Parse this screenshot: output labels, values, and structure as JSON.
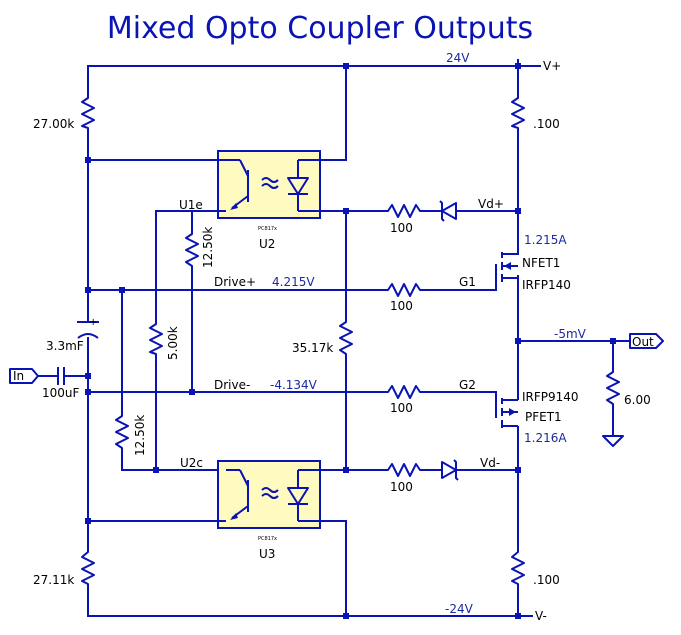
{
  "title": "Mixed Opto Coupler Outputs",
  "rails": {
    "pos_voltage": "24V",
    "pos_label": "V+",
    "neg_voltage": "-24V",
    "neg_label": "V-"
  },
  "resistors": {
    "r_top": "27.00k",
    "r_bottom": "27.11k",
    "r_u1e": "12.50k",
    "r_5k": "5.00k",
    "r_u2c": "12.50k",
    "r_mid": "35.17k",
    "r_gate_top": "100",
    "r_gate_top2": "100",
    "r_gate_bot": "100",
    "r_gate_bot2": "100",
    "r_src_top": ".100",
    "r_src_bot": ".100",
    "r_load": "6.00"
  },
  "capacitors": {
    "c_big": "3.3mF",
    "c_in": "100uF"
  },
  "optos": {
    "u2_name": "U2",
    "u3_name": "U3",
    "u2_part": "PC817x",
    "u3_part": "PC817x"
  },
  "nets": {
    "u1e": "U1e",
    "u2c": "U2c",
    "drive_pos": "Drive+",
    "drive_pos_v": "4.215V",
    "drive_neg": "Drive-",
    "drive_neg_v": "-4.134V",
    "g1": "G1",
    "g2": "G2",
    "vd_pos": "Vd+",
    "vd_neg": "Vd-",
    "out_v": "-5mV"
  },
  "fets": {
    "nfet_name": "NFET1",
    "nfet_part": "IRFP140",
    "nfet_current": "1.215A",
    "pfet_name": "PFET1",
    "pfet_part": "IRFP9140",
    "pfet_current": "1.216A"
  },
  "ports": {
    "in": "In",
    "out": "Out"
  }
}
